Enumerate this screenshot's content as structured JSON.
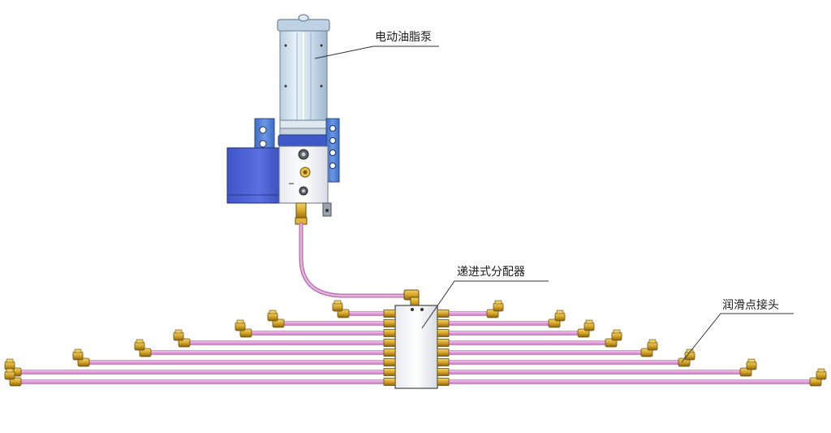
{
  "labels": {
    "pump": "电动油脂泵",
    "divider": "递进式分配器",
    "joint": "润滑点接头"
  },
  "colors": {
    "tube": "#e8a6e0",
    "tube_edge": "#b070a8",
    "fitting": "#d8a92a",
    "fitting_dark": "#8a6410",
    "bracket": "#4f7fd0",
    "motor": "#4d64d8",
    "reservoir": "#cfe0ee",
    "block": "#ffffff",
    "leader": "#333333"
  },
  "icons": [
    "grease-pump",
    "progressive-divider-block",
    "elbow-fitting",
    "lubrication-tube"
  ]
}
